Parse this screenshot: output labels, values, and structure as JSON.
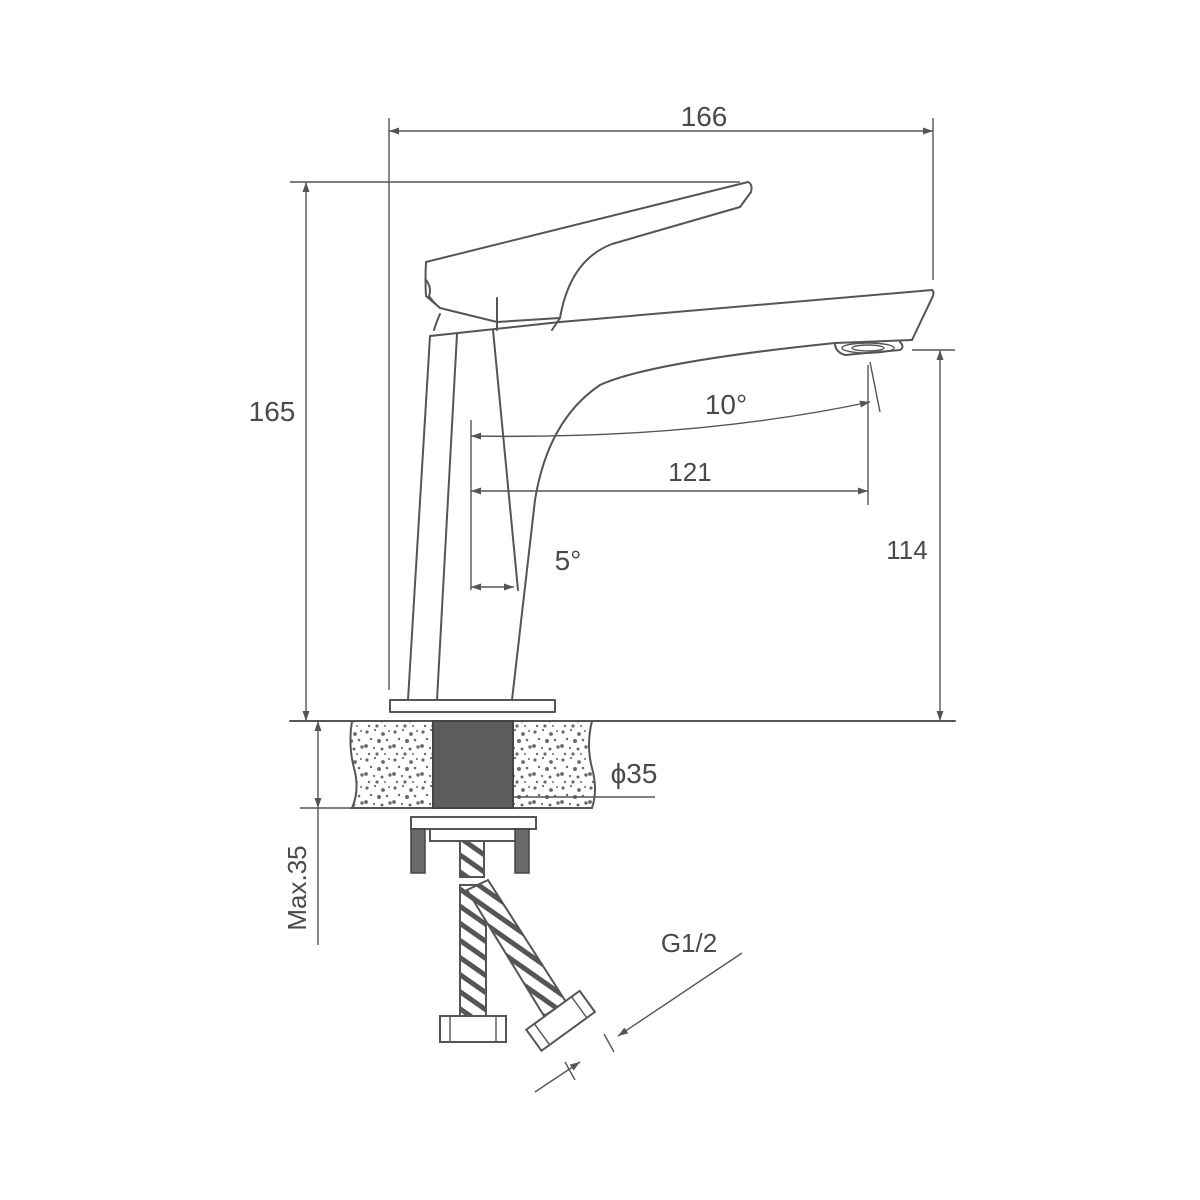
{
  "dimensions": {
    "overall_width": "166",
    "overall_height": "165",
    "spout_height": "114",
    "spout_reach": "121",
    "spout_angle": "10°",
    "body_angle": "5°",
    "hole_diameter": "ϕ35",
    "max_counter_thickness": "Max.35",
    "thread": "G1/2"
  }
}
